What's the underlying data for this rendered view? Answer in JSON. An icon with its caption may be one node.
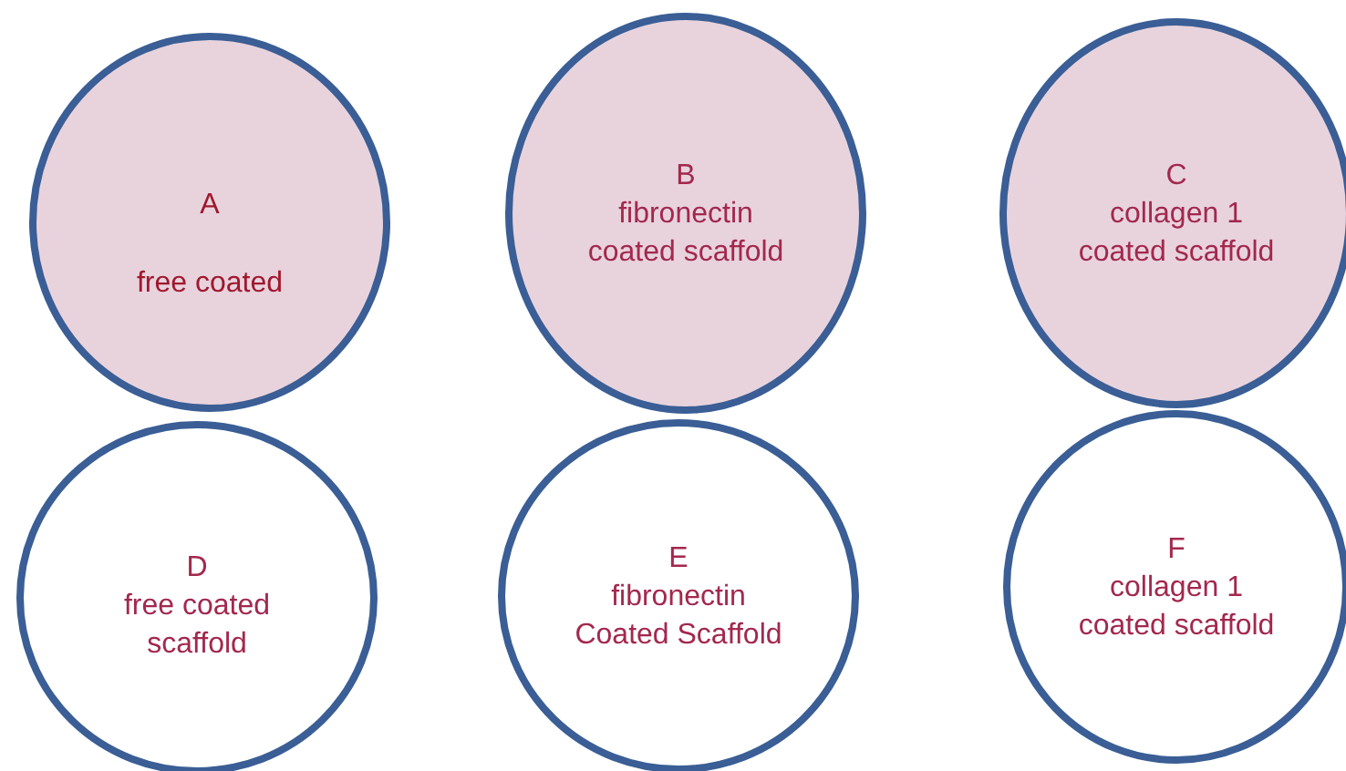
{
  "diagram": {
    "nodes": [
      {
        "text": [
          "A",
          "free coated"
        ]
      },
      {
        "text": [
          "B",
          "fibronectin coated scaffold"
        ]
      },
      {
        "text": [
          "C",
          "collagen 1 coated scaffold"
        ]
      },
      {
        "text": [
          "D",
          "free coated scaffold"
        ]
      },
      {
        "text": [
          "E",
          "fibronectin Coated Scaffold"
        ]
      },
      {
        "text": [
          "F",
          "collagen 1 coated scaffold"
        ]
      }
    ]
  }
}
